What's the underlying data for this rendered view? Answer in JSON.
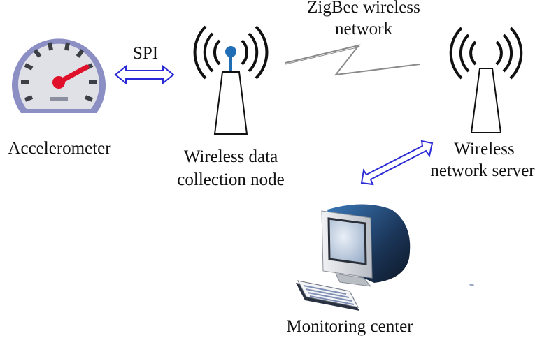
{
  "nodes": {
    "accelerometer": {
      "label": "Accelerometer"
    },
    "collection_node": {
      "line1": "Wireless data",
      "line2": "collection node"
    },
    "network_server": {
      "line1": "Wireless",
      "line2": "network server"
    },
    "monitoring_center": {
      "label": "Monitoring center"
    }
  },
  "links": {
    "spi": {
      "label": "SPI"
    },
    "zigbee": {
      "line1": "ZigBee wireless",
      "line2": "network"
    }
  },
  "colors": {
    "arrow_outline": "#2a2ad6",
    "gauge_ring": "#8c8fc4",
    "gauge_face": "#dfe1e6",
    "needle": "#e0102a",
    "antenna_tip": "#1f6db5",
    "monitor_dark": "#1a2a44",
    "monitor_screen": "#2f7fc1"
  }
}
